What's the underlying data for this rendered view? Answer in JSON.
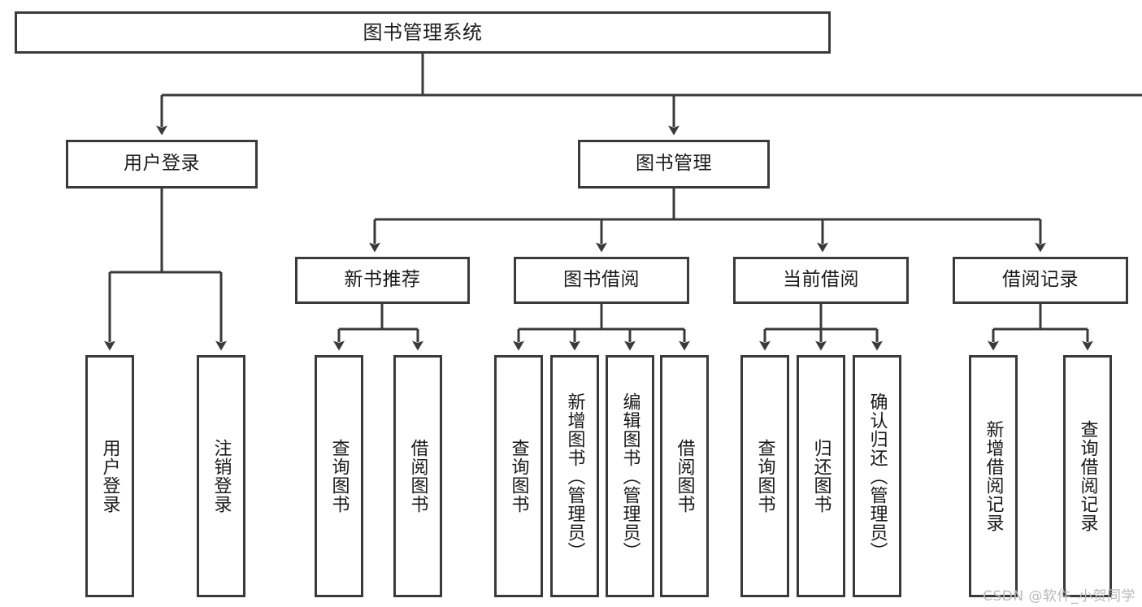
{
  "diagram": {
    "title": "图书管理系统",
    "colors": {
      "stroke": "#3a3a3a",
      "box_fill": "#ffffff",
      "text": "#1a1a1a",
      "watermark": "#b9b9b9",
      "background": "#ffffff"
    },
    "root": {
      "label": "图书管理系统"
    },
    "level2": [
      {
        "label": "用户登录"
      },
      {
        "label": "图书管理"
      }
    ],
    "level3": [
      {
        "label": "新书推荐"
      },
      {
        "label": "图书借阅"
      },
      {
        "label": "当前借阅"
      },
      {
        "label": "借阅记录"
      }
    ],
    "leaves": {
      "user_login": [
        {
          "label": "用户登录"
        },
        {
          "label": "注销登录"
        }
      ],
      "new_book": [
        {
          "label": "查询图书"
        },
        {
          "label": "借阅图书"
        }
      ],
      "borrow": [
        {
          "label": "查询图书"
        },
        {
          "label": "新增图书（管理员）"
        },
        {
          "label": "编辑图书（管理员）"
        },
        {
          "label": "借阅图书"
        }
      ],
      "current": [
        {
          "label": "查询图书"
        },
        {
          "label": "归还图书"
        },
        {
          "label": "确认归还（管理员）"
        }
      ],
      "records": [
        {
          "label": "新增借阅记录"
        },
        {
          "label": "查询借阅记录"
        }
      ]
    },
    "watermark": "CSDN @软件_小贺同学"
  }
}
